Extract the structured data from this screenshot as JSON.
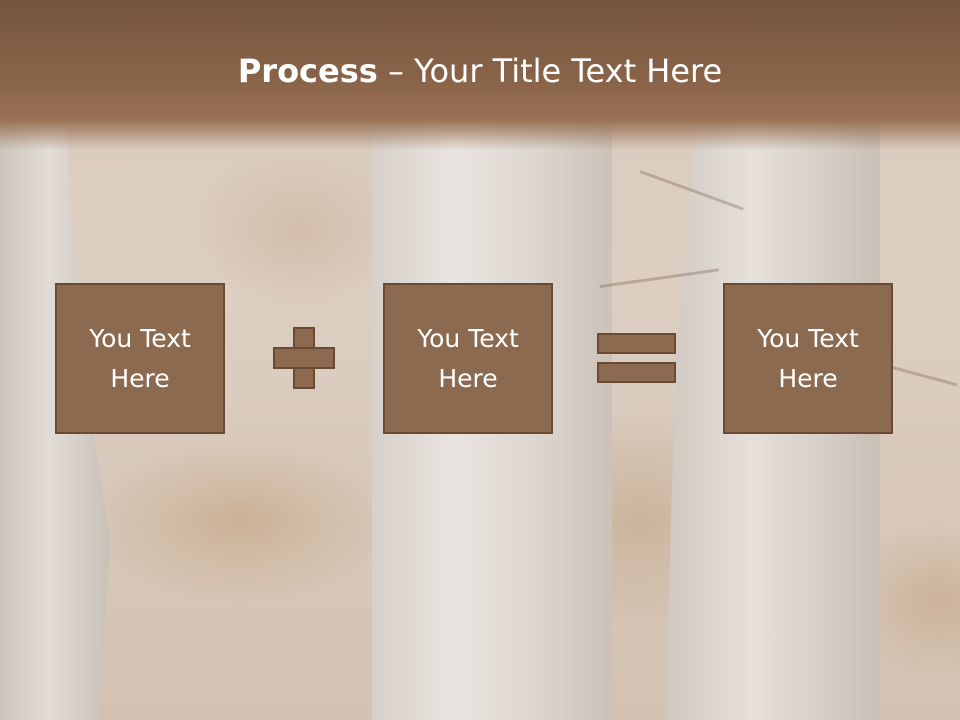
{
  "slide": {
    "title_bold": "Process",
    "title_rest": " – Your Title Text Here"
  },
  "process": {
    "step1": "You Text Here",
    "operator1": "plus-icon",
    "step2": "You Text Here",
    "operator2": "equals-icon",
    "result": "You Text Here"
  },
  "colors": {
    "header": "#8a6449",
    "box_fill": "#8c6a4f",
    "box_border": "#6a4a33",
    "text": "#ffffff"
  }
}
